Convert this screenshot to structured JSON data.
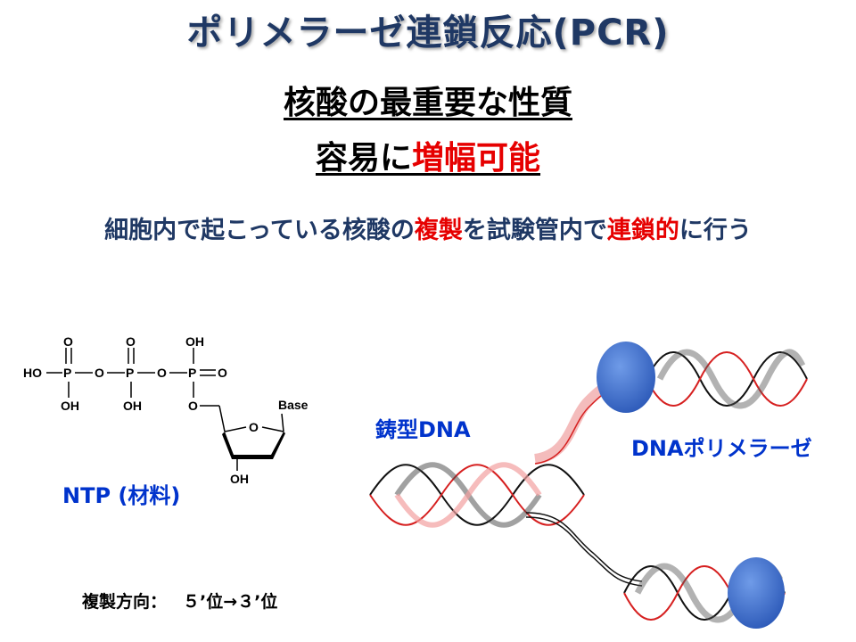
{
  "title": "ポリメラーゼ連鎖反応(PCR)",
  "headline": {
    "line1": "核酸の最重要な性質",
    "line2_prefix": "容易に",
    "line2_highlight": "増幅可能"
  },
  "description": {
    "part1": "細胞内で起こっている核酸の",
    "highlight1": "複製",
    "part2": "を試験管内で",
    "highlight2": "連鎖的",
    "part3": "に行う"
  },
  "molecule": {
    "caption": "NTP (材料)",
    "atoms": {
      "o": "O",
      "p": "P",
      "ho": "HO",
      "oh": "OH",
      "base": "Base"
    }
  },
  "diagram": {
    "template_label": "鋳型DNA",
    "polymerase_label": "DNAポリメラーゼ"
  },
  "direction": {
    "label": "複製方向：",
    "value": "５’位→３’位"
  },
  "colors": {
    "title": "#1f3864",
    "highlight": "#e60000",
    "label_blue": "#0033cc",
    "polymerase": "#3d6fd1"
  }
}
